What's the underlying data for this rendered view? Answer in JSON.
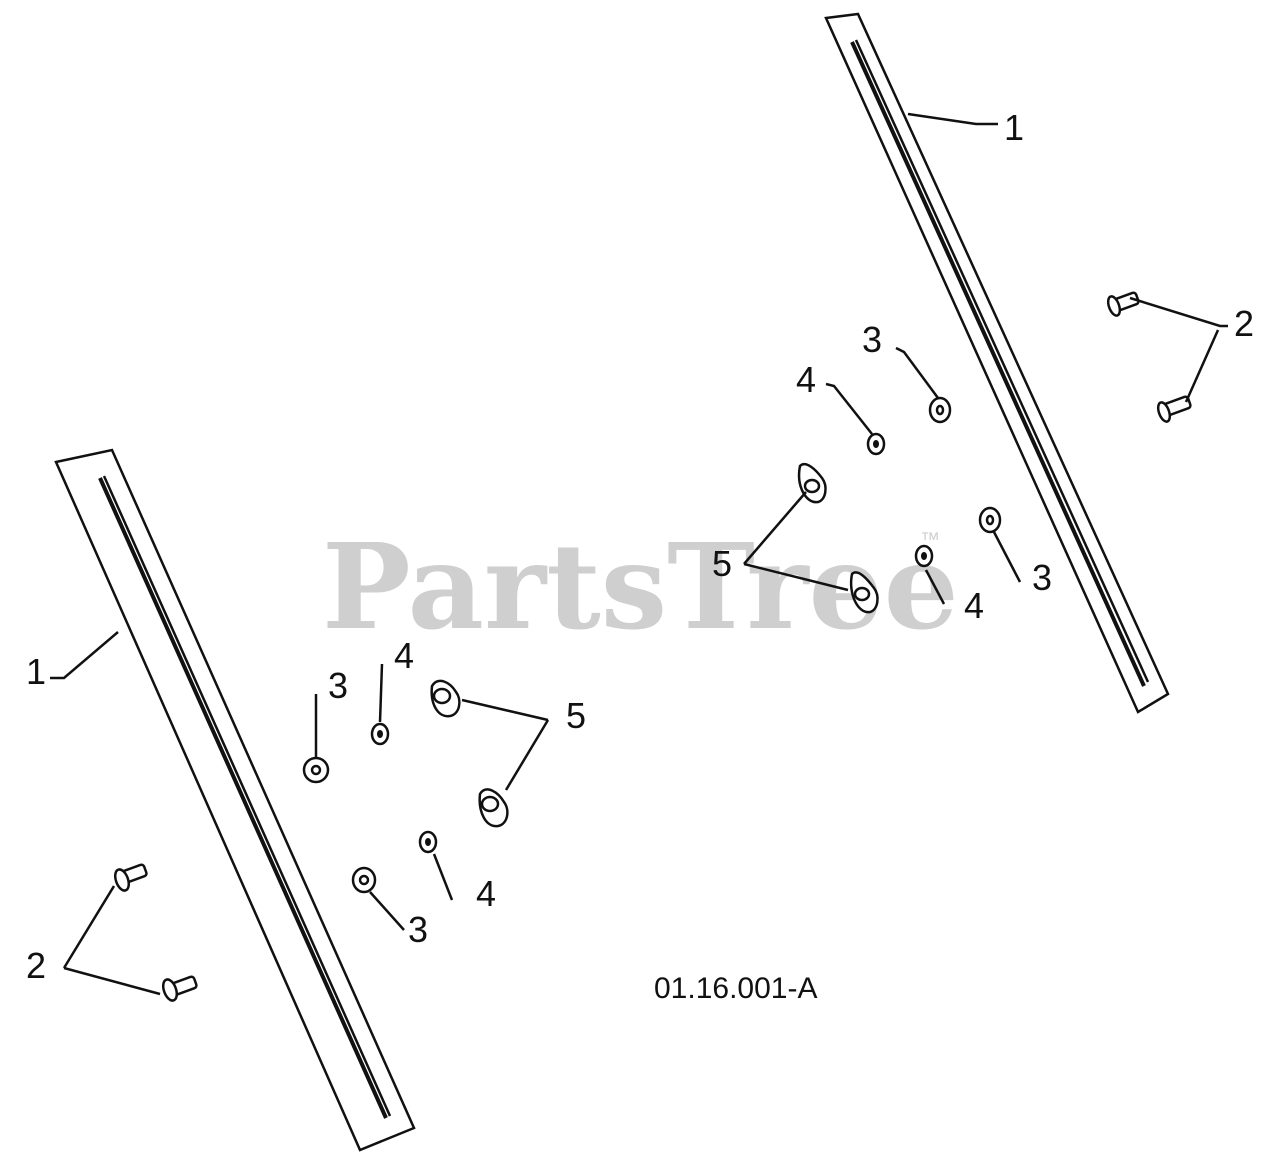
{
  "watermark": {
    "text": "PartsTree",
    "mark": "™"
  },
  "drawing_code": "01.16.001-A",
  "callouts": {
    "c1_right": "1",
    "c1_left": "1",
    "c2_right": "2",
    "c2_left": "2",
    "c3_right_top": "3",
    "c3_right_bottom": "3",
    "c3_left_top": "3",
    "c3_left_bottom": "3",
    "c4_right_top": "4",
    "c4_right_bottom": "4",
    "c4_left_top": "4",
    "c4_left_bottom": "4",
    "c5_right": "5",
    "c5_left": "5"
  },
  "colors": {
    "line": "#111111",
    "watermark": "#cfcfcf",
    "background": "#ffffff"
  }
}
